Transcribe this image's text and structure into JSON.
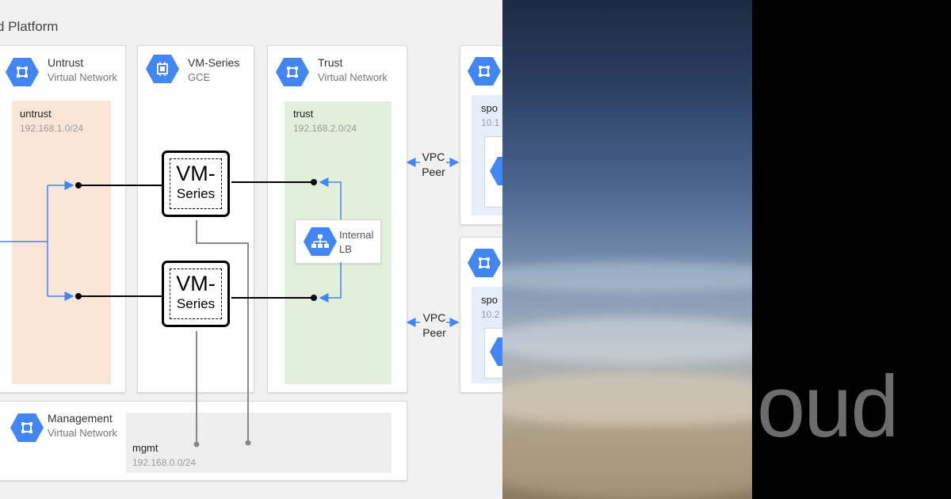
{
  "platform_title": "d Platform",
  "untrust": {
    "title": "Untrust",
    "subtitle": "Virtual Network",
    "subnet_name": "untrust",
    "subnet_cidr": "192.168.1.0/24"
  },
  "vmseries_col": {
    "title": "VM-Series",
    "subtitle": "GCE"
  },
  "trust": {
    "title": "Trust",
    "subtitle": "Virtual Network",
    "subnet_name": "trust",
    "subnet_cidr": "192.168.2.0/24"
  },
  "management": {
    "title": "Management",
    "subtitle": "Virtual Network",
    "subnet_name": "mgmt",
    "subnet_cidr": "192.168.0.0/24"
  },
  "vm1": {
    "line1": "VM-",
    "line2": "Series"
  },
  "vm2": {
    "line1": "VM-",
    "line2": "Series"
  },
  "lb": {
    "line1": "Internal",
    "line2": "LB"
  },
  "vpc1": {
    "line1": "VPC",
    "line2": "Peer"
  },
  "vpc2": {
    "line1": "VPC",
    "line2": "Peer"
  },
  "spoke1": {
    "name": "spo",
    "cidr": "10.1"
  },
  "spoke2": {
    "name": "spo",
    "cidr": "10.2"
  },
  "brand_fragment": "oud",
  "colors": {
    "accent_blue": "#4285f4",
    "untrust_fill": "#fbe5d6",
    "trust_fill": "#e2efda",
    "spoke_fill": "#e5eefa",
    "mgmt_fill": "#eeeeee"
  }
}
